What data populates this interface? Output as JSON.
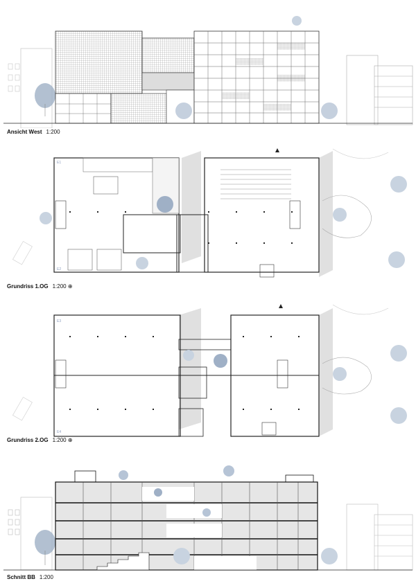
{
  "sheet": {
    "elevation": {
      "title": "Ansicht West",
      "scale": "1:200"
    },
    "plan1": {
      "title": "Grundriss 1.OG",
      "scale": "1:200",
      "labels": [
        "E1",
        "E2"
      ]
    },
    "plan2": {
      "title": "Grundriss 2.OG",
      "scale": "1:200",
      "labels": [
        "E3",
        "E4"
      ]
    },
    "section": {
      "title": "Schnitt BB",
      "scale": "1:200"
    }
  },
  "icons": {
    "north_arrow": "north-arrow-icon"
  }
}
